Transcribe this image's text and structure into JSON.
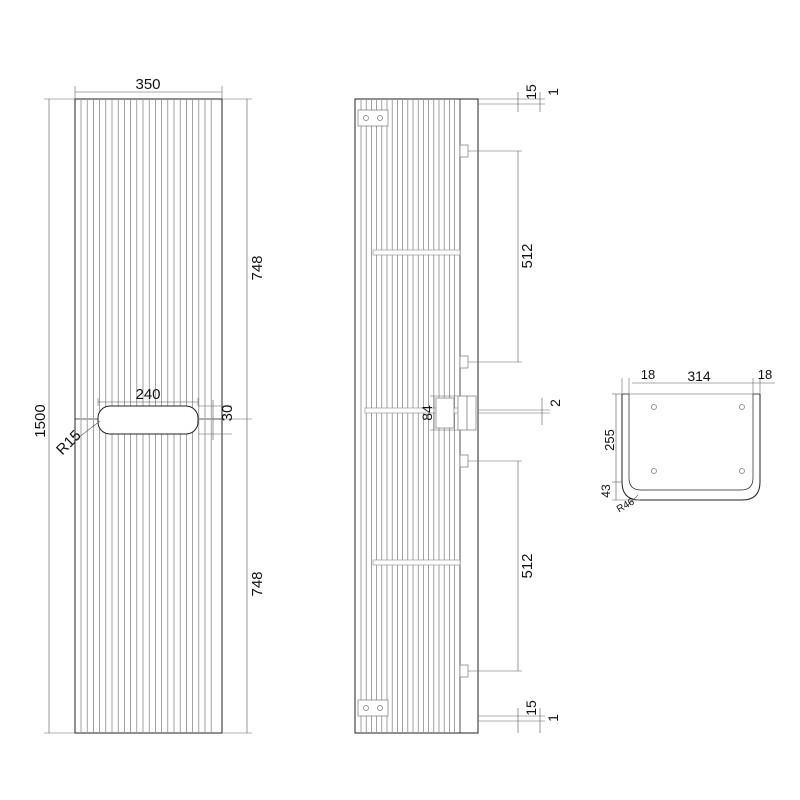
{
  "front_view": {
    "width_label": "350",
    "height_label": "1500",
    "upper_door_label": "748",
    "lower_door_label": "748",
    "handle_width_label": "240",
    "handle_height_label": "30",
    "handle_radius_label": "R15"
  },
  "side_view": {
    "top_thickness_label": "15",
    "top_gap_label": "1",
    "upper_hinge_spacing_label": "512",
    "lower_hinge_spacing_label": "512",
    "handle_height_label": "84",
    "door_gap_label": "2",
    "bottom_thickness_label": "15",
    "bottom_gap_label": "1"
  },
  "section_view": {
    "left_wall_label": "18",
    "inner_width_label": "314",
    "right_wall_label": "18",
    "inner_depth_label": "255",
    "front_depth_label": "43",
    "corner_radius_label": "R46"
  }
}
